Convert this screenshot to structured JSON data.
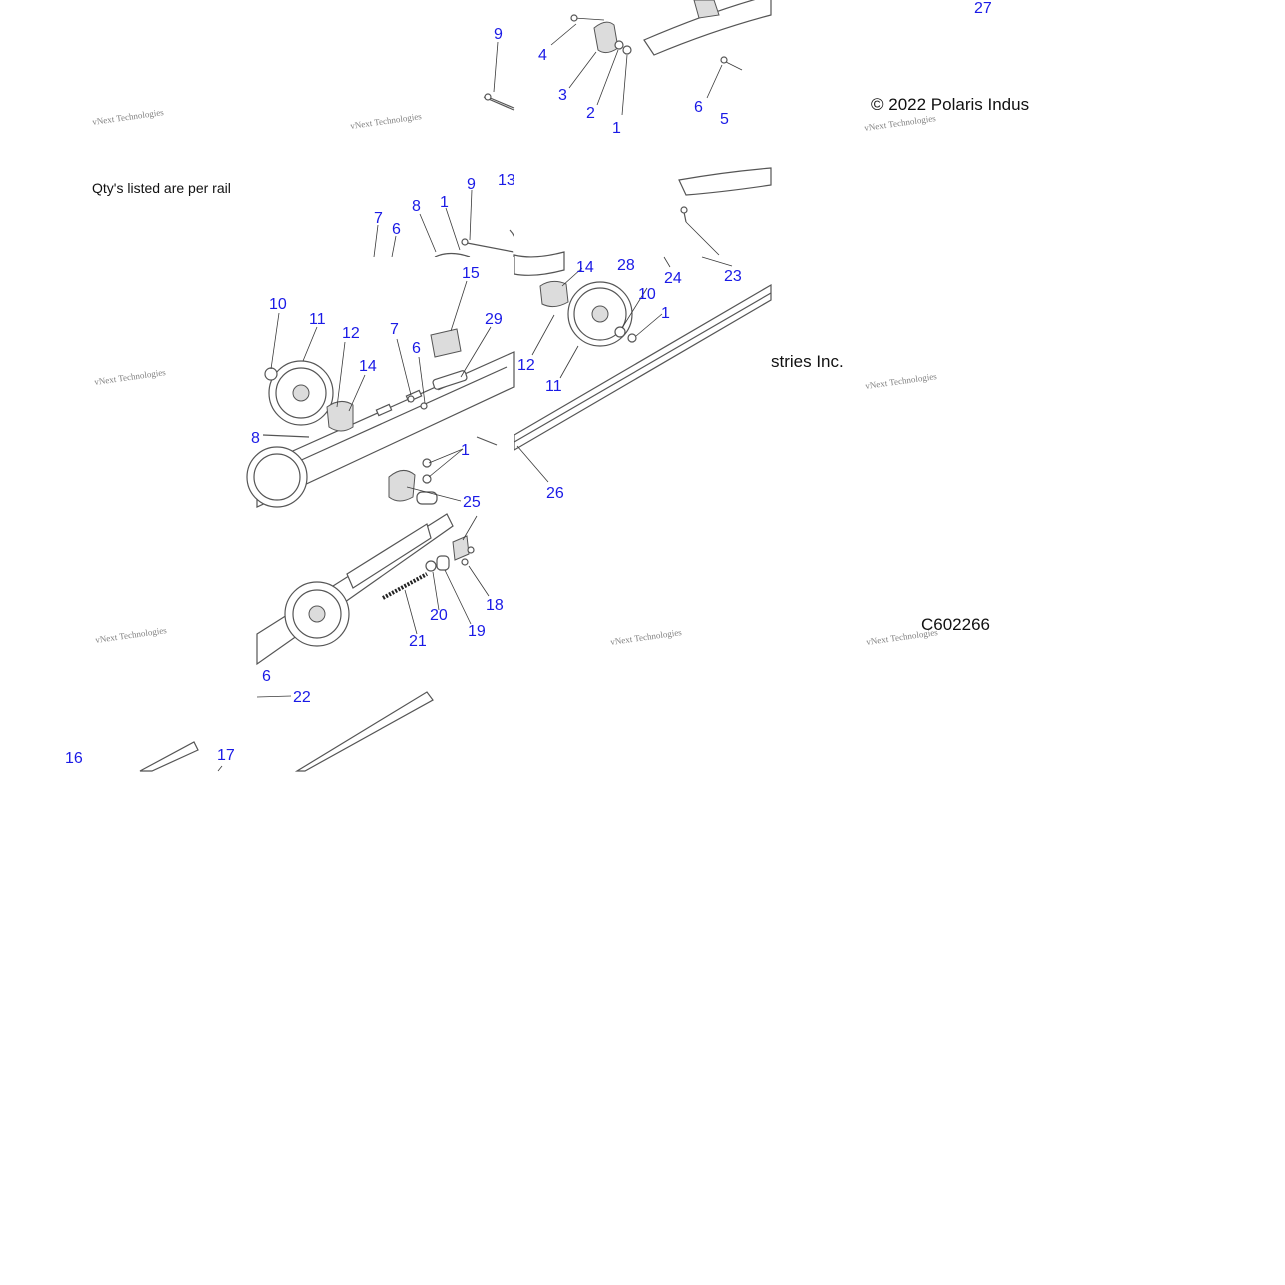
{
  "texts": {
    "qty_note": "Qty's listed are per rail",
    "copyright_start": "© 2022 Polaris Indus",
    "copyright_end": "stries Inc.",
    "diagram_code": "C602266",
    "watermark": "vNext Technologies"
  },
  "callouts": {
    "tile_top": [
      "9",
      "4",
      "3",
      "2",
      "1",
      "6",
      "5",
      "27"
    ],
    "tile_mid_left": [
      "7",
      "8",
      "1",
      "9",
      "13",
      "6"
    ],
    "tile_mid_right": [
      "14",
      "28",
      "24",
      "23",
      "10",
      "1",
      "12",
      "11"
    ],
    "tile_center": [
      "10",
      "11",
      "12",
      "14",
      "7",
      "6",
      "15",
      "29",
      "8",
      "1",
      "25",
      "26"
    ],
    "tile_bottom": [
      "20",
      "19",
      "18",
      "21",
      "6",
      "22",
      "16",
      "17"
    ]
  },
  "colors": {
    "callout_blue": "#1a1ae6",
    "line_gray": "#555555",
    "background": "#ffffff"
  }
}
